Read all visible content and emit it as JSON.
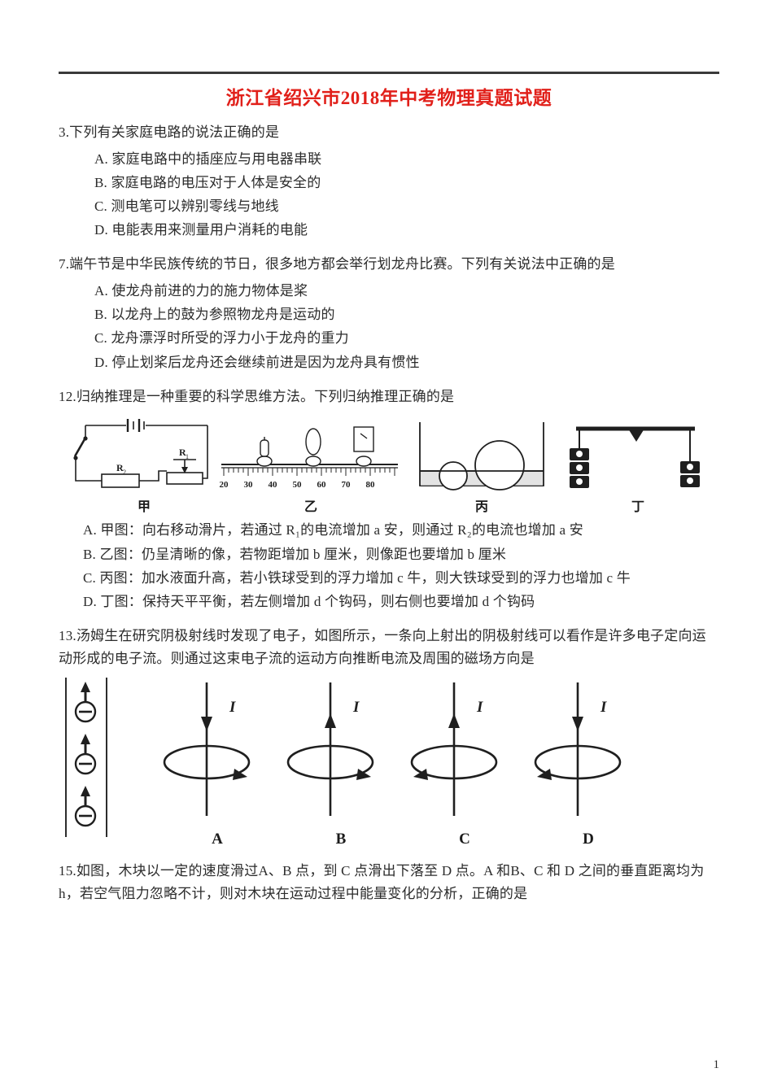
{
  "document": {
    "title": "浙江省绍兴市2018年中考物理真题试题",
    "title_color": "#e1201a",
    "page_number": "1"
  },
  "questions": [
    {
      "number": "3.",
      "stem": "下列有关家庭电路的说法正确的是",
      "options": [
        "A. 家庭电路中的插座应与用电器串联",
        "B. 家庭电路的电压对于人体是安全的",
        "C. 测电笔可以辨别零线与地线",
        "D. 电能表用来测量用户消耗的电能"
      ]
    },
    {
      "number": "7.",
      "stem": "端午节是中华民族传统的节日，很多地方都会举行划龙舟比赛。下列有关说法中正确的是",
      "options": [
        "A. 使龙舟前进的力的施力物体是桨",
        "B. 以龙舟上的鼓为参照物龙舟是运动的",
        "C. 龙舟漂浮时所受的浮力小于龙舟的重力",
        "D. 停止划桨后龙舟还会继续前进是因为龙舟具有惯性"
      ]
    },
    {
      "number": "12.",
      "stem": "归纳推理是一种重要的科学思维方法。下列归纳推理正确的是",
      "figure_labels": [
        "甲",
        "乙",
        "丙",
        "丁"
      ],
      "figure_ruler_ticks": [
        "20",
        "30",
        "40",
        "50",
        "60",
        "70",
        "80"
      ],
      "figure_resistor_labels": [
        "R₂",
        "R₁"
      ],
      "options": [
        "A. 甲图：向右移动滑片，若通过 R₁的电流增加 a 安，则通过 R₂的电流也增加 a 安",
        "B. 乙图：仍呈清晰的像，若物距增加 b 厘米，则像距也要增加 b 厘米",
        "C. 丙图：加水液面升高，若小铁球受到的浮力增加 c 牛，则大铁球受到的浮力也增加 c 牛",
        "D. 丁图：保持天平平衡，若左侧增加 d 个钩码，则右侧也要增加 d 个钩码"
      ]
    },
    {
      "number": "13.",
      "stem": "汤姆生在研究阴极射线时发现了电子，如图所示，一条向上射出的阴极射线可以看作是许多电子定向运动形成的电子流。则通过这束电子流的运动方向推断电流及周围的磁场方向是",
      "choice_labels": [
        "A",
        "B",
        "C",
        "D"
      ],
      "current_symbol": "I",
      "electron_symbol": "−"
    },
    {
      "number": "15.",
      "stem": "如图，木块以一定的速度滑过A、B 点，到 C 点滑出下落至 D 点。A 和B、C 和 D 之间的垂直距离均为h，若空气阻力忽略不计，则对木块在运动过程中能量变化的分析，正确的是"
    }
  ]
}
